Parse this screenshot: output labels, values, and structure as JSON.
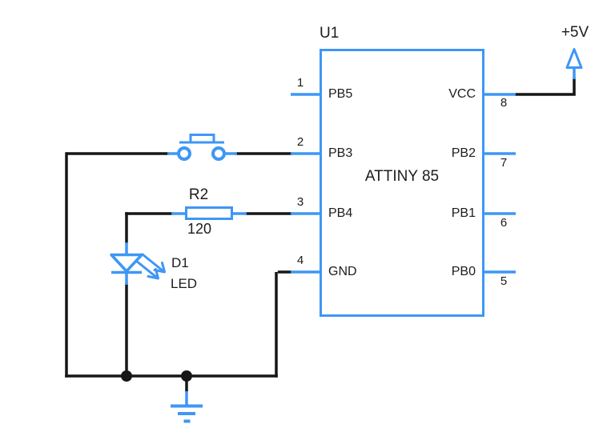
{
  "schematic": {
    "ic": {
      "ref": "U1",
      "part": "ATTINY 85",
      "left_pins": [
        {
          "number": "1",
          "label": "PB5"
        },
        {
          "number": "2",
          "label": "PB3"
        },
        {
          "number": "3",
          "label": "PB4"
        },
        {
          "number": "4",
          "label": "GND"
        }
      ],
      "right_pins": [
        {
          "number": "8",
          "label": "VCC"
        },
        {
          "number": "7",
          "label": "PB2"
        },
        {
          "number": "6",
          "label": "PB1"
        },
        {
          "number": "5",
          "label": "PB0"
        }
      ]
    },
    "resistor": {
      "ref": "R2",
      "value": "120"
    },
    "led": {
      "ref": "D1",
      "name": "LED"
    },
    "power": {
      "label": "+5V"
    },
    "colors": {
      "component_blue": "#3e97f4",
      "wire_black": "#161616",
      "background": "#ffffff"
    }
  }
}
